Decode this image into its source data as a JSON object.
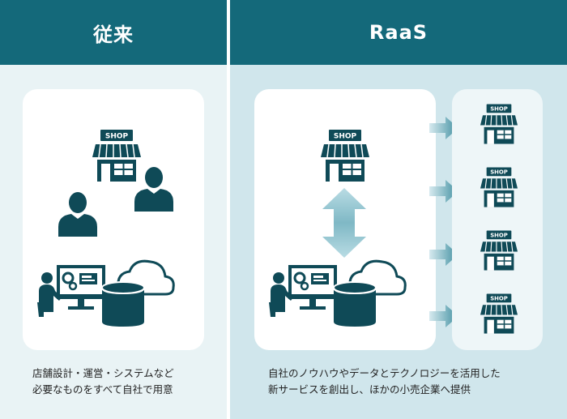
{
  "left": {
    "title": "従来",
    "caption_line1": "店舗設計・運営・システムなど",
    "caption_line2": "必要なものをすべて自社で用意"
  },
  "right": {
    "title": "RaaS",
    "caption_line1": "自社のノウハウやデータとテクノロジーを活用した",
    "caption_line2": "新サービスを創出し、ほかの小売企業へ提供"
  },
  "shop_label": "SHOP",
  "colors": {
    "header": "#14697a",
    "icon": "#0f4a57",
    "left_bg": "#e9f3f5",
    "right_bg": "#d0e6ec",
    "stores_card": "#eef6f8",
    "arrow": "#5a9fae"
  }
}
